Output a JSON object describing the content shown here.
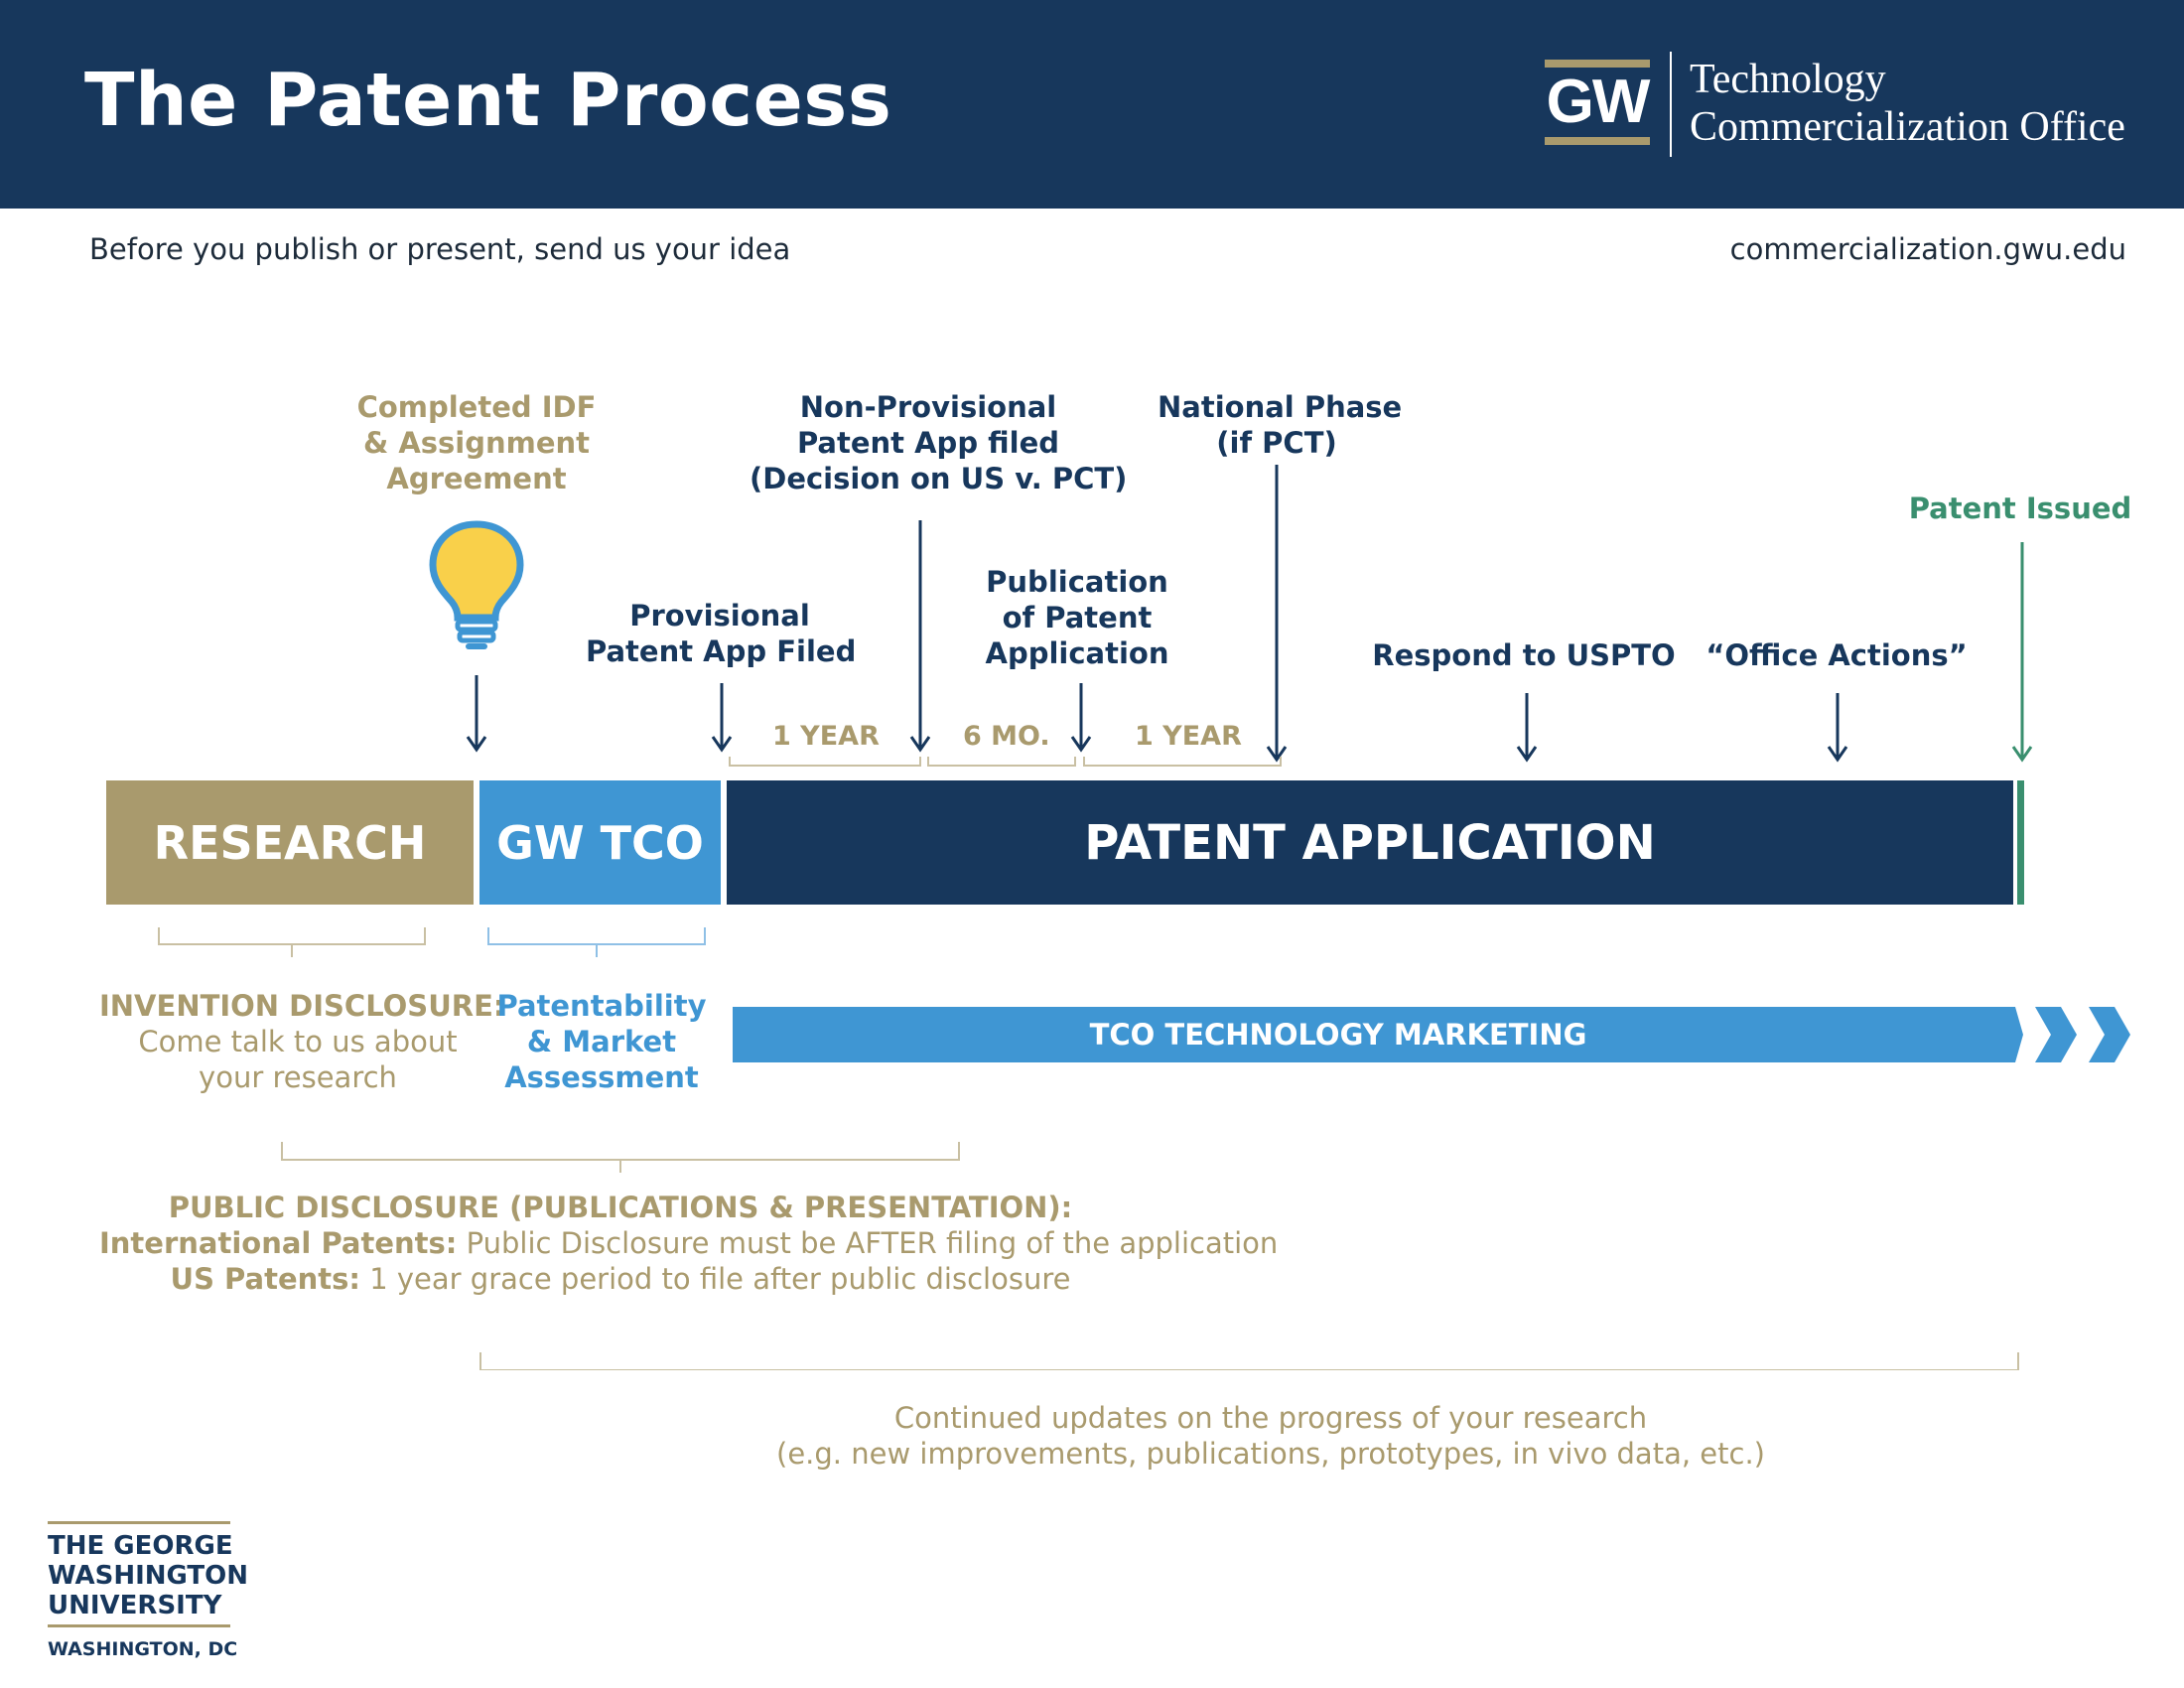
{
  "header": {
    "title": "The Patent Process",
    "logo_letters": "GW",
    "office_line1": "Technology",
    "office_line2": "Commercialization Office"
  },
  "subheader": {
    "tagline": "Before you publish or present, send us your idea",
    "website": "commercialization.gwu.edu"
  },
  "milestones": {
    "idf": [
      "Completed IDF",
      "& Assignment",
      "Agreement"
    ],
    "provisional": [
      "Provisional",
      "Patent App Filed"
    ],
    "nonprovisional": [
      "Non-Provisional",
      "Patent App filed",
      "(Decision on US v. PCT)"
    ],
    "publication": [
      "Publication",
      "of Patent",
      "Application"
    ],
    "national": [
      "National Phase",
      "(if PCT)"
    ],
    "respond": "Respond to USPTO",
    "office_actions": "“Office Actions”",
    "issued": "Patent Issued"
  },
  "durations": {
    "first": "1 YEAR",
    "second": "6 MO.",
    "third": "1 YEAR"
  },
  "stages": {
    "research": "RESEARCH",
    "tco": "GW TCO",
    "application": "PATENT APPLICATION"
  },
  "below": {
    "invention_title": "INVENTION DISCLOSURE:",
    "invention_lines": [
      "Come talk to us about",
      "your research"
    ],
    "patentability": [
      "Patentability",
      "& Market",
      "Assessment"
    ],
    "marketing": "TCO TECHNOLOGY MARKETING"
  },
  "public_disclosure": {
    "title": "PUBLIC DISCLOSURE (PUBLICATIONS & PRESENTATION):",
    "intl_label": "International Patents:",
    "intl_text": " Public Disclosure must be AFTER filing of the application",
    "us_label": "US Patents:",
    "us_text": " 1 year grace period to file after public disclosure"
  },
  "continued": {
    "line1": "Continued updates on the progress of your research",
    "line2": "(e.g. new improvements, publications, prototypes, in vivo data, etc.)"
  },
  "footer": {
    "univ_line1": "THE GEORGE",
    "univ_line2": "WASHINGTON",
    "univ_line3": "UNIVERSITY",
    "location": "WASHINGTON, DC"
  },
  "colors": {
    "navy": "#17375c",
    "tan": "#a99a6d",
    "blue": "#3f96d3",
    "green": "#3a8f6f"
  }
}
